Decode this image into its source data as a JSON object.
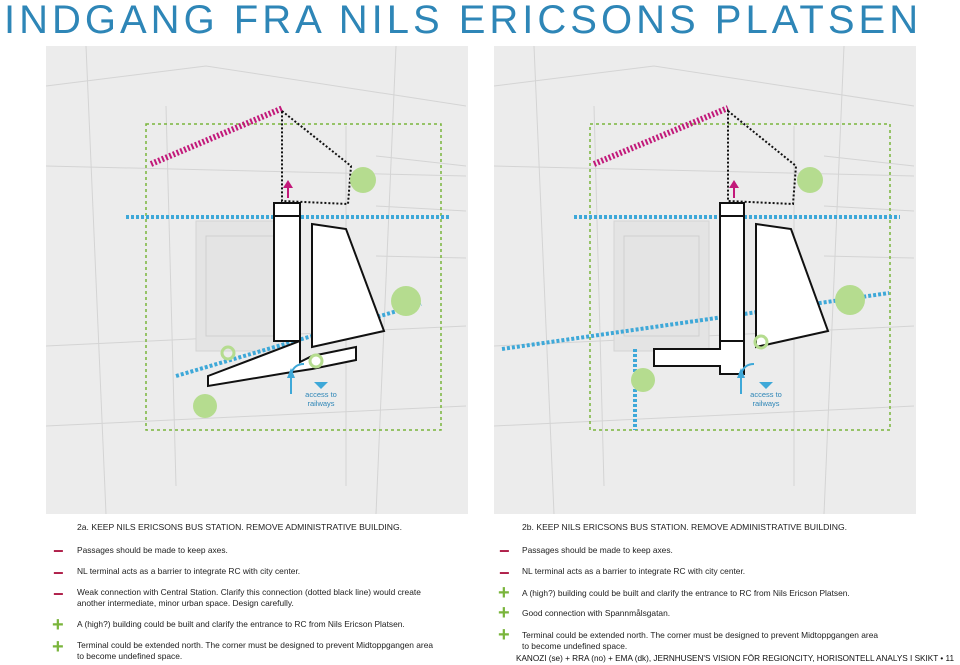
{
  "title": "INDGANG FRA NILS ERICSONS PLATSEN",
  "panels": [
    {
      "id": "2a",
      "heading": "2a. KEEP NILS ERICSONS BUS STATION. REMOVE ADMINISTRATIVE BUILDING.",
      "access_label": "access to railways",
      "items": [
        {
          "sign": "−",
          "text": "Passages should be made to keep axes."
        },
        {
          "sign": "−",
          "text": "NL terminal acts as a barrier to integrate RC with city center."
        },
        {
          "sign": "−",
          "text": "Weak connection with Central Station. Clarify this connection (dotted black line) would create another intermediate, minor urban space. Design carefully."
        },
        {
          "sign": "+",
          "text": "A (high?) building could be built and clarify the entrance to RC from Nils Ericson Platsen."
        },
        {
          "sign": "+",
          "text": "Terminal could be extended north. The corner must be designed to prevent Midtoppgangen area to become undefined space."
        }
      ]
    },
    {
      "id": "2b",
      "heading": "2b. KEEP NILS ERICSONS BUS STATION. REMOVE ADMINISTRATIVE BUILDING.",
      "access_label": "access to railways",
      "items": [
        {
          "sign": "−",
          "text": "Passages should be made to keep axes."
        },
        {
          "sign": "−",
          "text": "NL terminal acts as a barrier to integrate RC with city center."
        },
        {
          "sign": "+",
          "text": "A (high?) building could be built and clarify the entrance to RC from Nils Ericson Platsen."
        },
        {
          "sign": "+",
          "text": "Good connection with Spannmålsgatan."
        },
        {
          "sign": "+",
          "text": "Terminal could be extended north. The corner must be designed to prevent Midtoppgangen area to become undefined space."
        }
      ]
    }
  ],
  "footer": "KANOZI (se) + RRA (no) + EMA (dk), JERNHUSEN'S VISION FÖR REGIONCITY, HORISONTELL ANALYS I SKIKT  •  11",
  "colors": {
    "title": "#2e86b7",
    "axis_blue": "#3ea8d8",
    "magenta": "#c2197a",
    "green_tree": "#b5dc8f",
    "green_boundary": "#7ab53c",
    "minus": "#b0214b",
    "plus": "#7ab53c"
  }
}
